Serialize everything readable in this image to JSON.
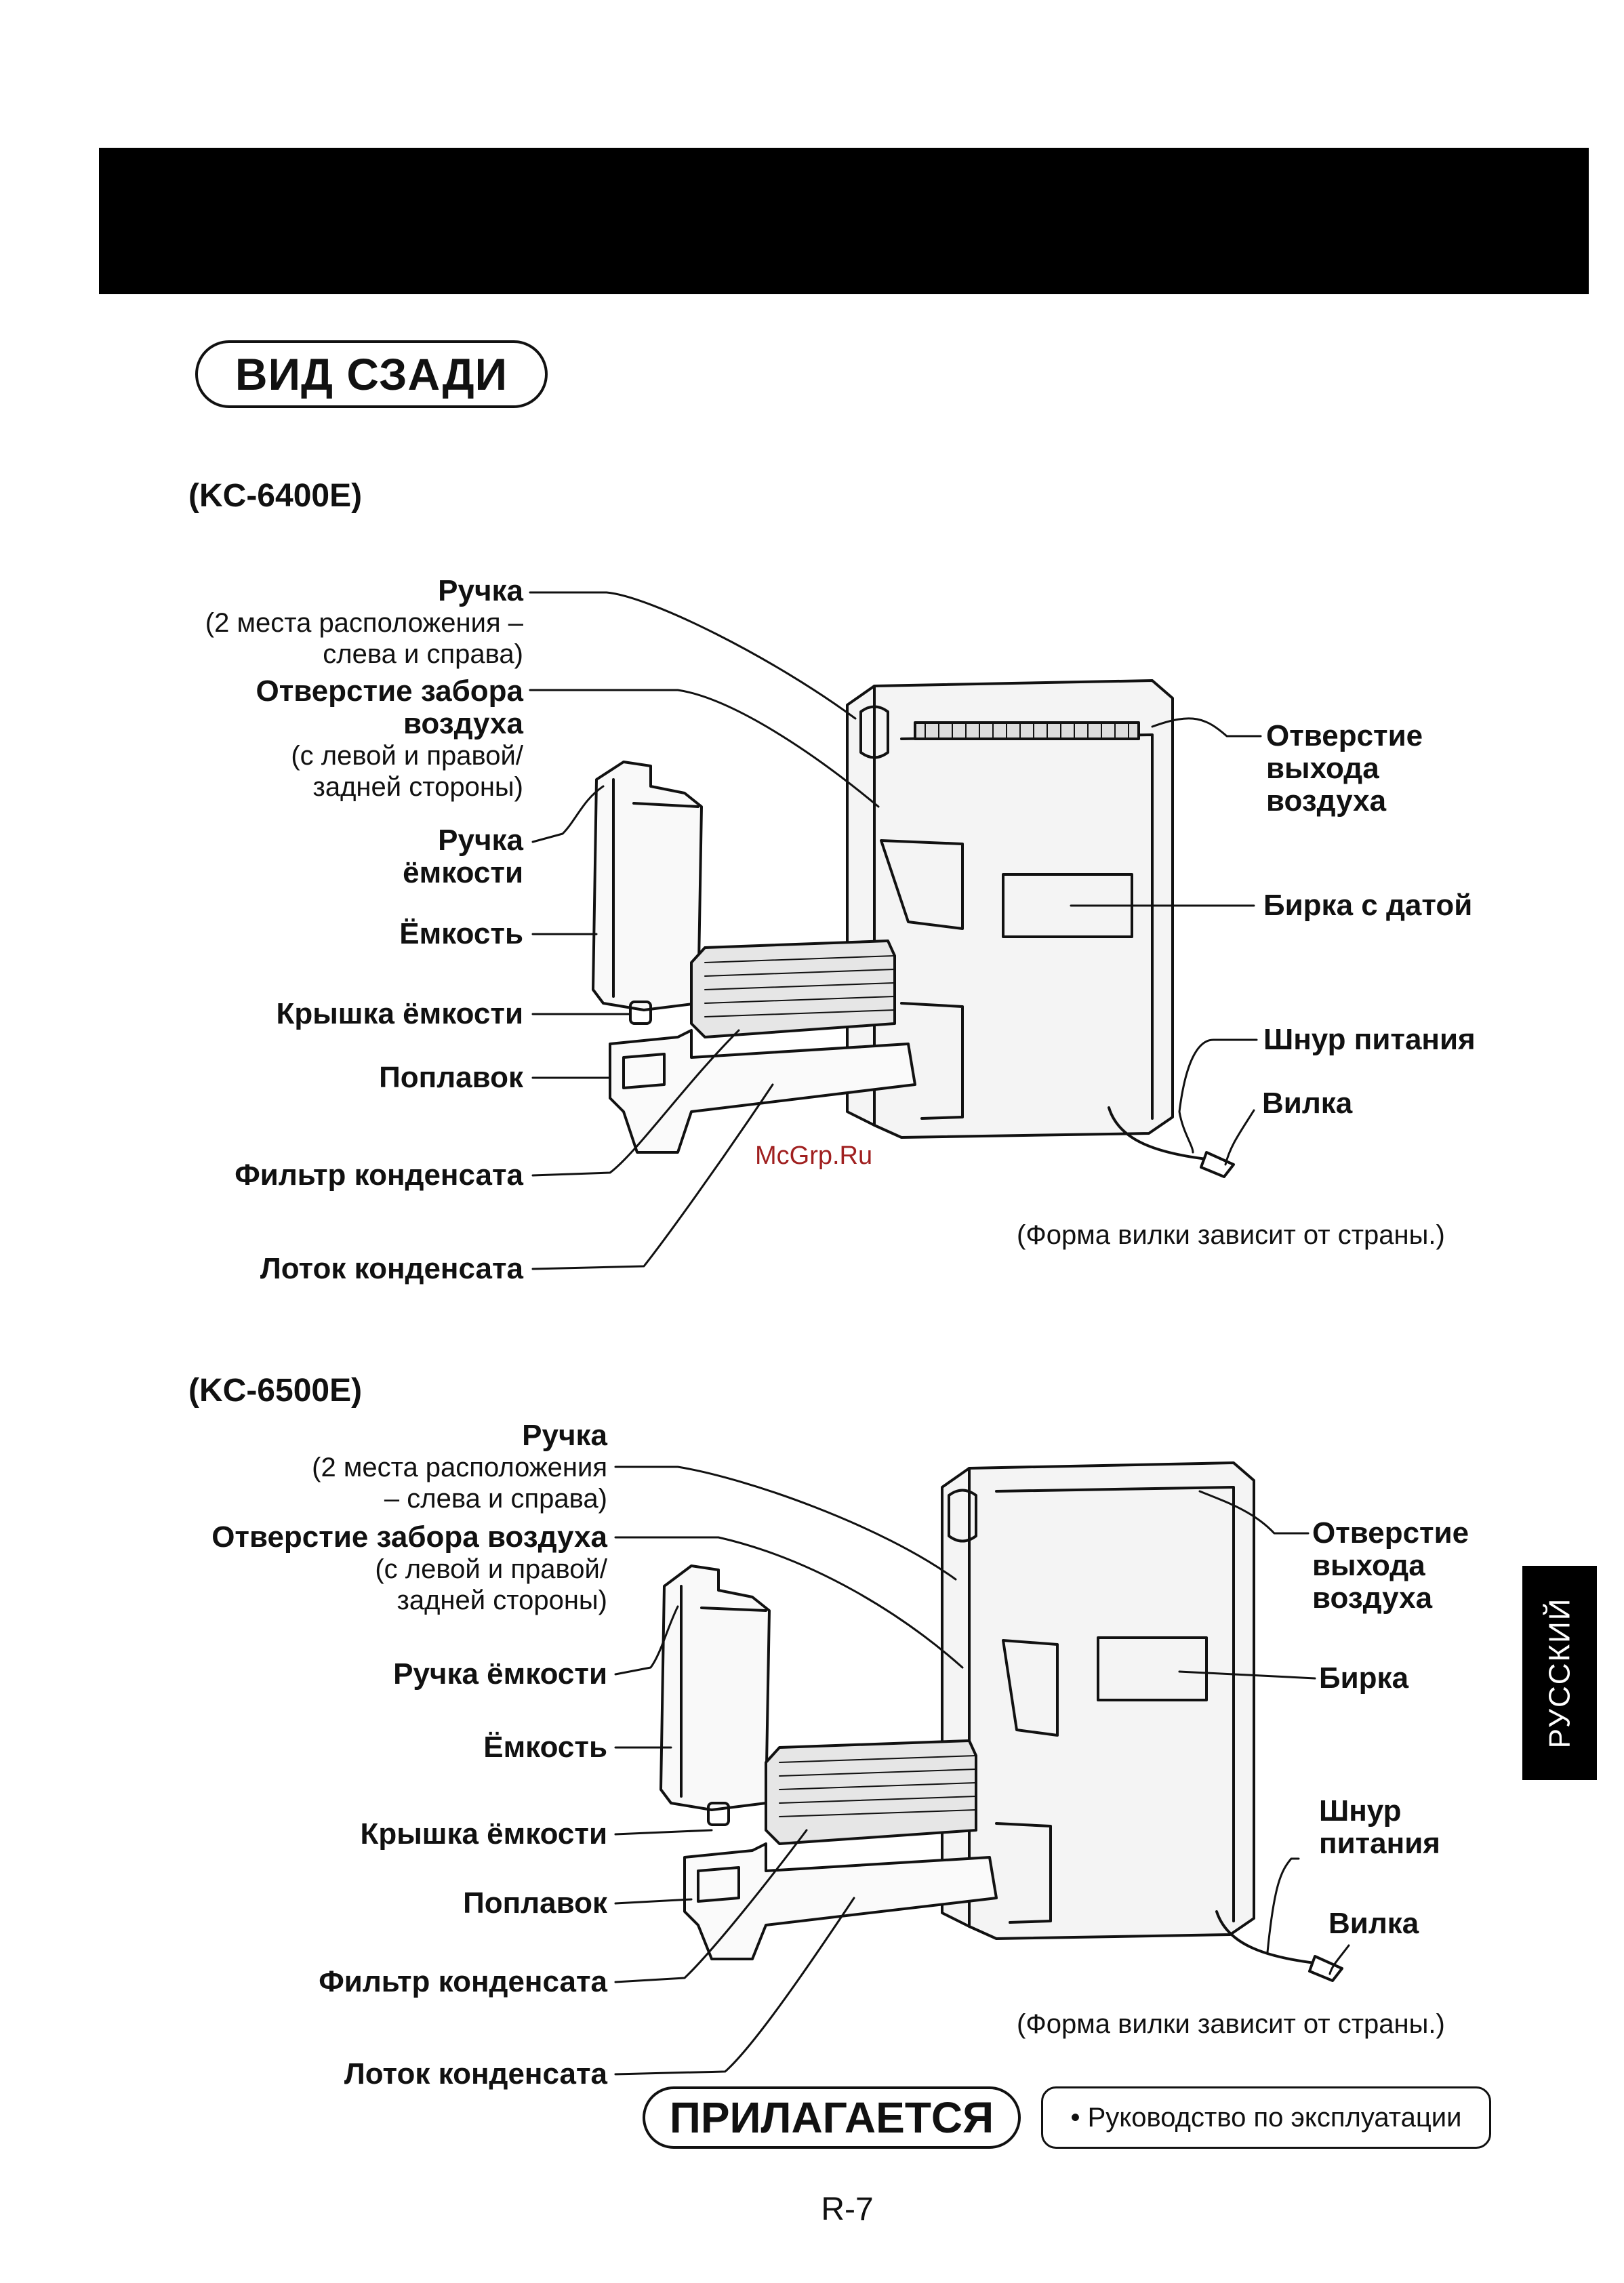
{
  "header_bar": "",
  "section_title": "ВИД СЗАДИ",
  "diagram1": {
    "model": "(KC-6400E)",
    "labels": {
      "handle": "Ручка",
      "handle_note1": "(2 места расположения –",
      "handle_note2": "слева и справа)",
      "intake1": "Отверстие забора",
      "intake2": "воздуха",
      "intake_note1": "(с левой и правой/",
      "intake_note2": "задней стороны)",
      "tank_handle1": "Ручка",
      "tank_handle2": "ёмкости",
      "tank": "Ёмкость",
      "tank_cap": "Крышка ёмкости",
      "float": "Поплавок",
      "filter": "Фильтр конденсата",
      "tray": "Лоток конденсата",
      "outlet1": "Отверстие",
      "outlet2": "выхода",
      "outlet3": "воздуха",
      "date_tag": "Бирка с датой",
      "cord": "Шнур питания",
      "plug": "Вилка"
    },
    "note": "(Форма вилки зависит от страны.)"
  },
  "diagram2": {
    "model": "(KC-6500E)",
    "labels": {
      "handle": "Ручка",
      "handle_note1": "(2 места расположения",
      "handle_note2": "– слева и справа)",
      "intake": "Отверстие забора воздуха",
      "intake_note1": "(с левой и правой/",
      "intake_note2": "задней стороны)",
      "tank_handle": "Ручка ёмкости",
      "tank": "Ёмкость",
      "tank_cap": "Крышка ёмкости",
      "float": "Поплавок",
      "filter": "Фильтр конденсата",
      "tray": "Лоток конденсата",
      "outlet1": "Отверстие",
      "outlet2": "выхода",
      "outlet3": "воздуха",
      "tag": "Бирка",
      "cord1": "Шнур",
      "cord2": "питания",
      "plug": "Вилка"
    },
    "note": "(Форма вилки зависит от страны.)"
  },
  "language_tab": "РУССКИЙ",
  "accessory": {
    "title": "ПРИЛАГАЕТСЯ",
    "item": "• Руководство по эксплуатации"
  },
  "page_number": "R-7",
  "watermark": "McGrp.Ru"
}
